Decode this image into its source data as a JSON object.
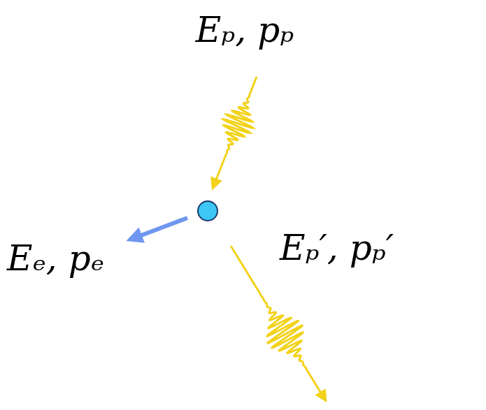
{
  "diagram": {
    "labels": [
      "Eₚ, pₚ",
      "Eₑ, pₑ",
      "Eₚ′, pₚ′"
    ]
  }
}
